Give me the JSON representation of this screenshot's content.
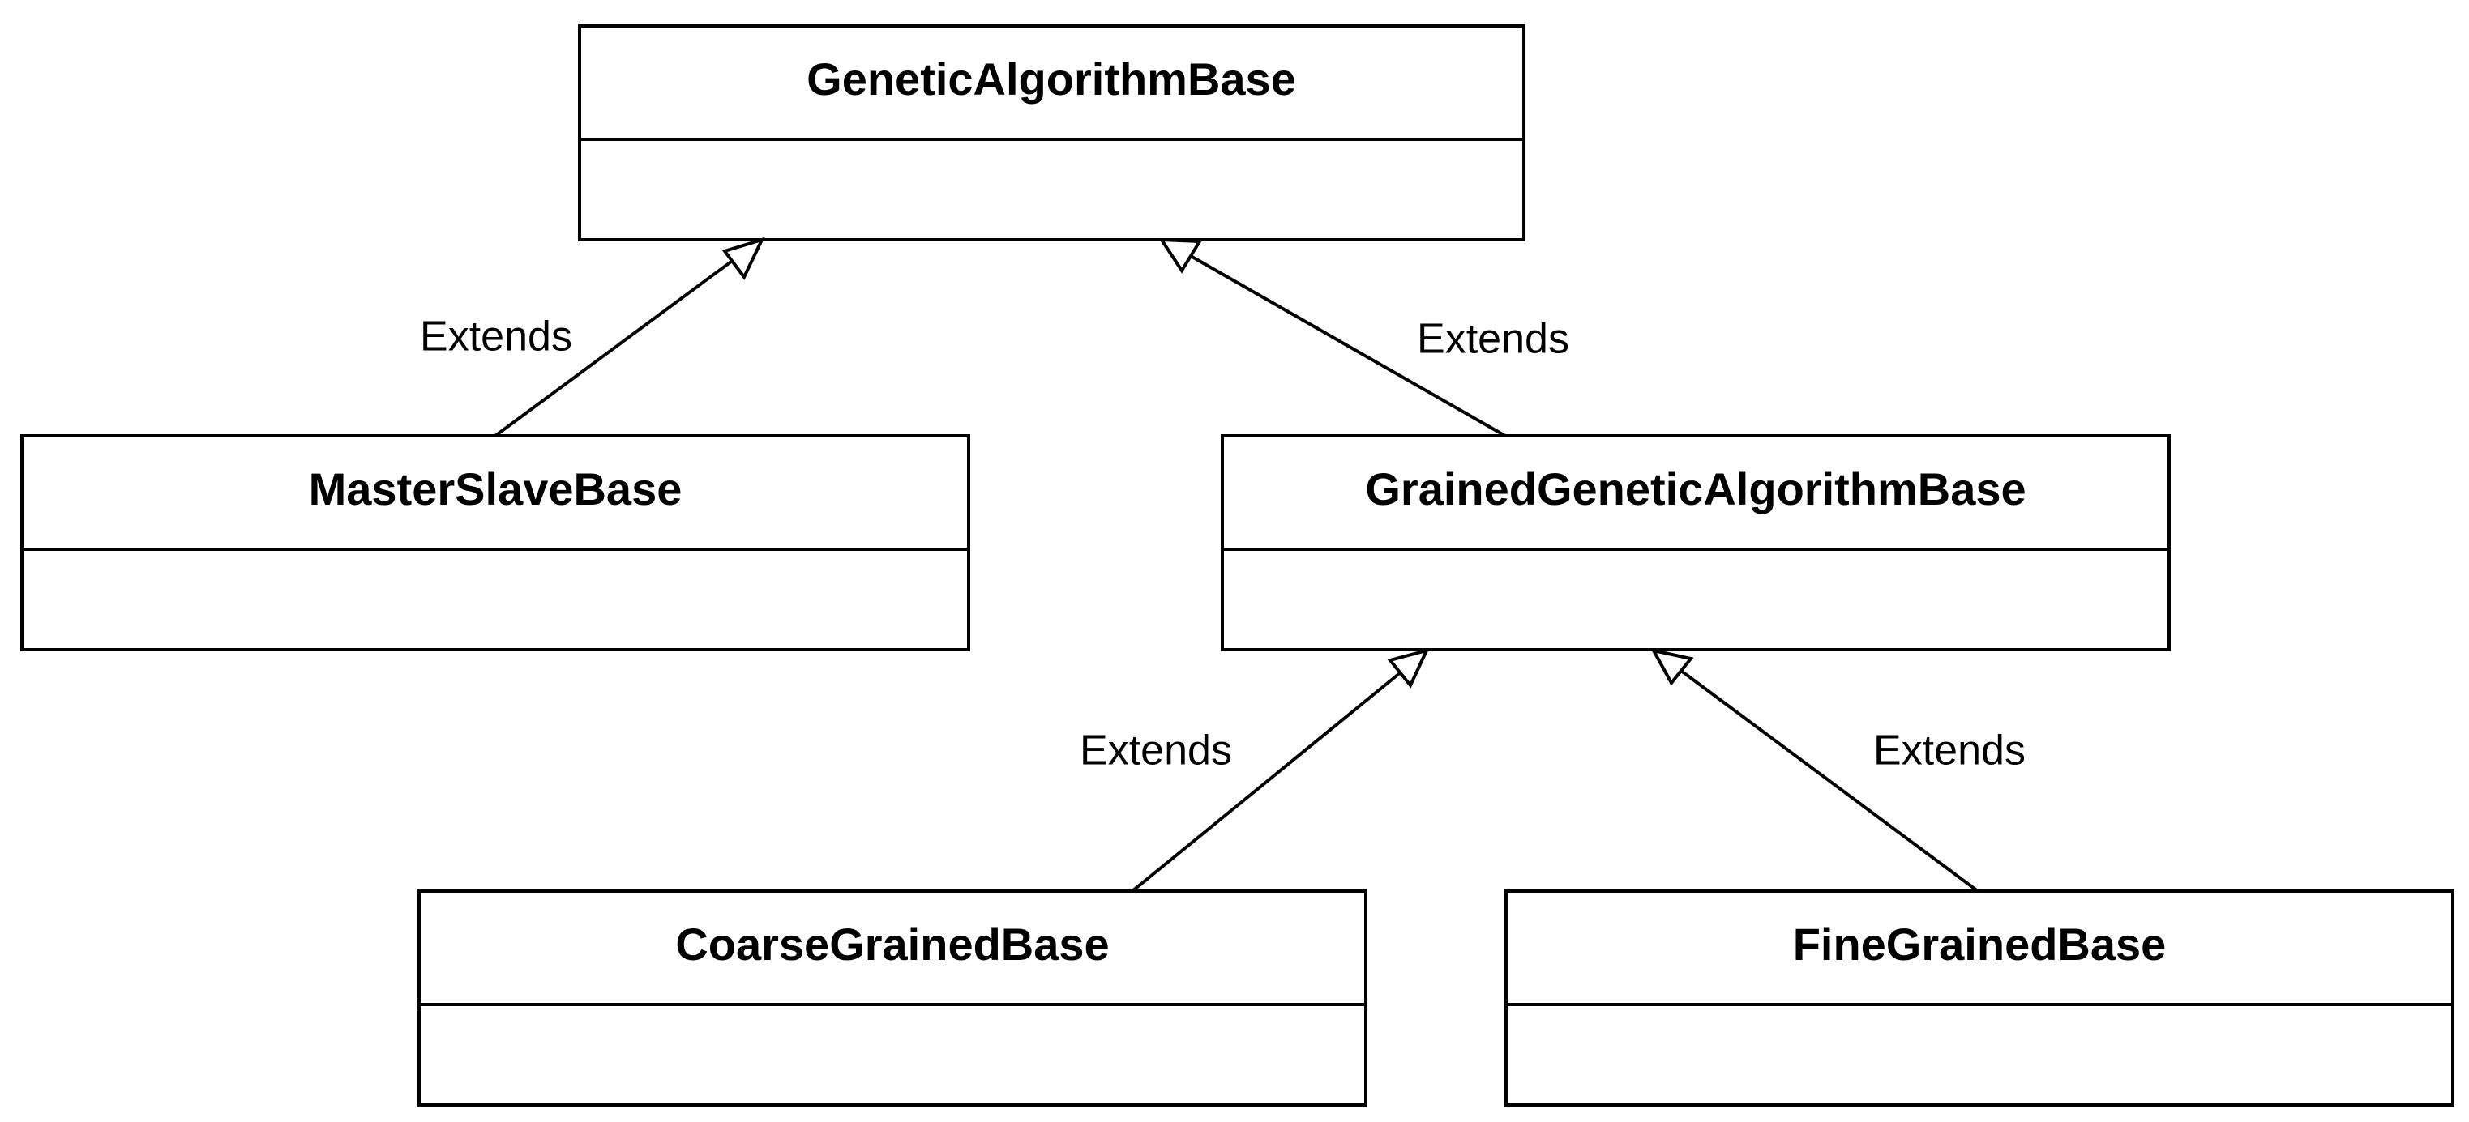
{
  "classes": {
    "genetic_algorithm_base": {
      "name": "GeneticAlgorithmBase"
    },
    "master_slave_base": {
      "name": "MasterSlaveBase"
    },
    "grained_genetic_algorithm_base": {
      "name": "GrainedGeneticAlgorithmBase"
    },
    "coarse_grained_base": {
      "name": "CoarseGrainedBase"
    },
    "fine_grained_base": {
      "name": "FineGrainedBase"
    }
  },
  "relations": [
    {
      "from": "MasterSlaveBase",
      "to": "GeneticAlgorithmBase",
      "label": "Extends"
    },
    {
      "from": "GrainedGeneticAlgorithmBase",
      "to": "GeneticAlgorithmBase",
      "label": "Extends"
    },
    {
      "from": "CoarseGrainedBase",
      "to": "GrainedGeneticAlgorithmBase",
      "label": "Extends"
    },
    {
      "from": "FineGrainedBase",
      "to": "GrainedGeneticAlgorithmBase",
      "label": "Extends"
    }
  ],
  "colors": {
    "stroke": "#000000",
    "fill": "#ffffff"
  }
}
